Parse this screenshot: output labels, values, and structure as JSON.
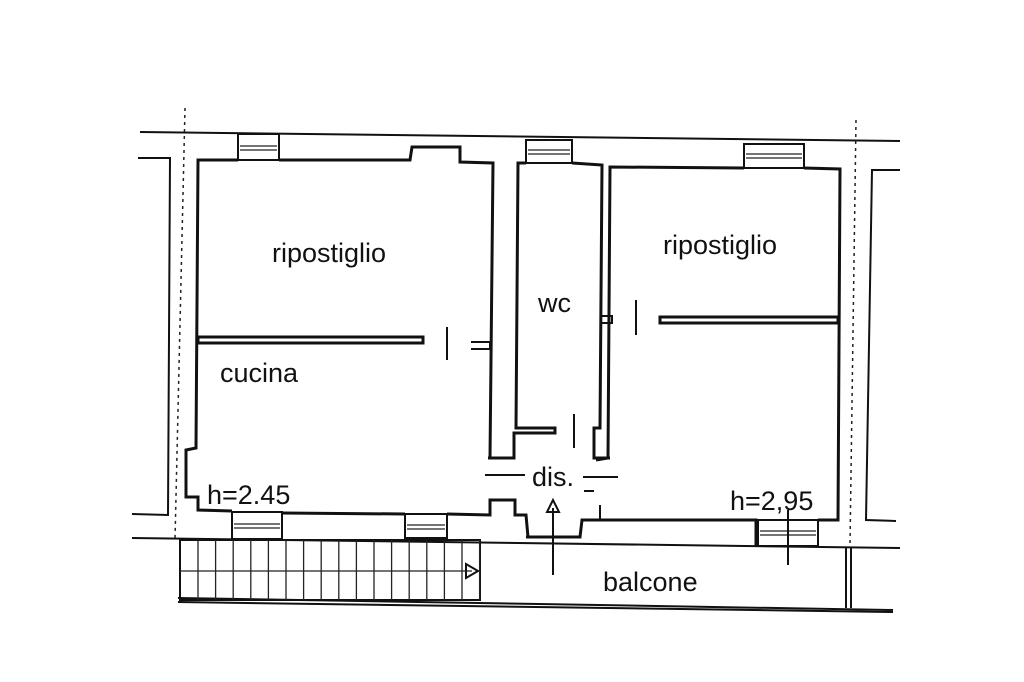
{
  "rooms": {
    "ripostiglio_left": "ripostiglio",
    "ripostiglio_right": "ripostiglio",
    "wc": "wc",
    "cucina": "cucina",
    "disimpegno": "dis.",
    "balcone": "balcone"
  },
  "heights": {
    "left": "h=2.45",
    "right": "h=2,95"
  },
  "colors": {
    "ink": "#111111",
    "paper": "#ffffff"
  }
}
